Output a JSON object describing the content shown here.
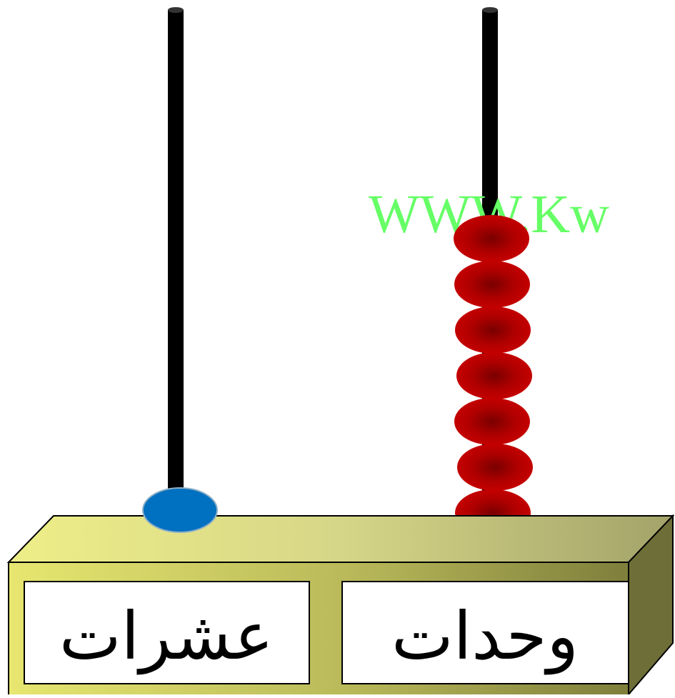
{
  "abacus": {
    "tens": {
      "label": "عشرات",
      "bead_count": 1,
      "bead_color": "#0070c0"
    },
    "units": {
      "label": "وحدات",
      "bead_count": 7,
      "bead_color": "#b00000"
    },
    "base_color_light": "#ecec8a",
    "base_color_dark": "#7a7a34"
  },
  "watermark": {
    "text": "WWW.Kw",
    "color": "#66ff66"
  }
}
